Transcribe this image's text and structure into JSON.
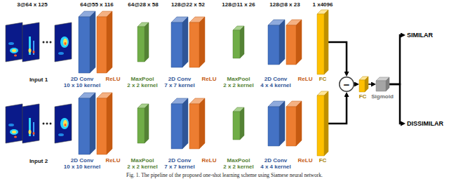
{
  "diagram": {
    "caption": "Fig. 1. The pipeline of the proposed one-shot learning scheme using Siamese neural network.",
    "nodes": [
      {
        "text": [
          "2D Conv",
          "10 x 10 kernel"
        ]
      },
      {
        "text": [
          "ReLU"
        ]
      },
      {
        "text": [
          "MaxPool",
          "2 x 2 kernel"
        ]
      },
      {
        "text": [
          "2D Conv",
          "7 x 7 kernel"
        ]
      },
      {
        "text": [
          "ReLU"
        ]
      },
      {
        "text": [
          "MaxPool",
          "2 x 2 kernel"
        ]
      },
      {
        "text": [
          "2D Conv",
          "4 x 4 kernel"
        ]
      },
      {
        "text": [
          "ReLU"
        ]
      },
      {
        "text": [
          "FC"
        ]
      },
      {
        "text": [
          "2D Conv",
          "10 x 10 kernel"
        ]
      },
      {
        "text": [
          "ReLU"
        ]
      },
      {
        "text": [
          "MaxPool",
          "2 x 2 kernel"
        ]
      },
      {
        "text": [
          "2D Conv",
          "7 x 7 kernel"
        ]
      },
      {
        "text": [
          "ReLU"
        ]
      },
      {
        "text": [
          "MaxPool",
          "2 x 2 kernel"
        ]
      },
      {
        "text": [
          "2D Conv",
          "4 x 4 kernel"
        ]
      },
      {
        "text": [
          "ReLU"
        ]
      },
      {
        "text": [
          "FC"
        ]
      },
      {
        "text": [
          "−"
        ]
      },
      {
        "text": [
          "FC"
        ]
      },
      {
        "text": [
          "Sigmoid"
        ]
      },
      {
        "text": [
          "SIMILAR"
        ]
      },
      {
        "text": [
          "DISSIMILAR"
        ]
      }
    ],
    "edges": [
      {
        "from": 8,
        "to": 18,
        "arrow": "to"
      },
      {
        "from": 17,
        "to": 18,
        "arrow": "to"
      },
      {
        "from": 18,
        "to": 19,
        "arrow": "to"
      },
      {
        "from": 19,
        "to": 20,
        "arrow": "to"
      },
      {
        "from": 20,
        "to": 21,
        "arrow": "to"
      },
      {
        "from": 20,
        "to": 22,
        "arrow": "to"
      }
    ],
    "labels": [
      "3@64 x 125",
      "64@55 x 116",
      "64@28 x 58",
      "128@22 x 52",
      "128@11 x 26",
      "128@8 x 23",
      "1 x4096",
      "Input 1",
      "Input 2"
    ]
  }
}
